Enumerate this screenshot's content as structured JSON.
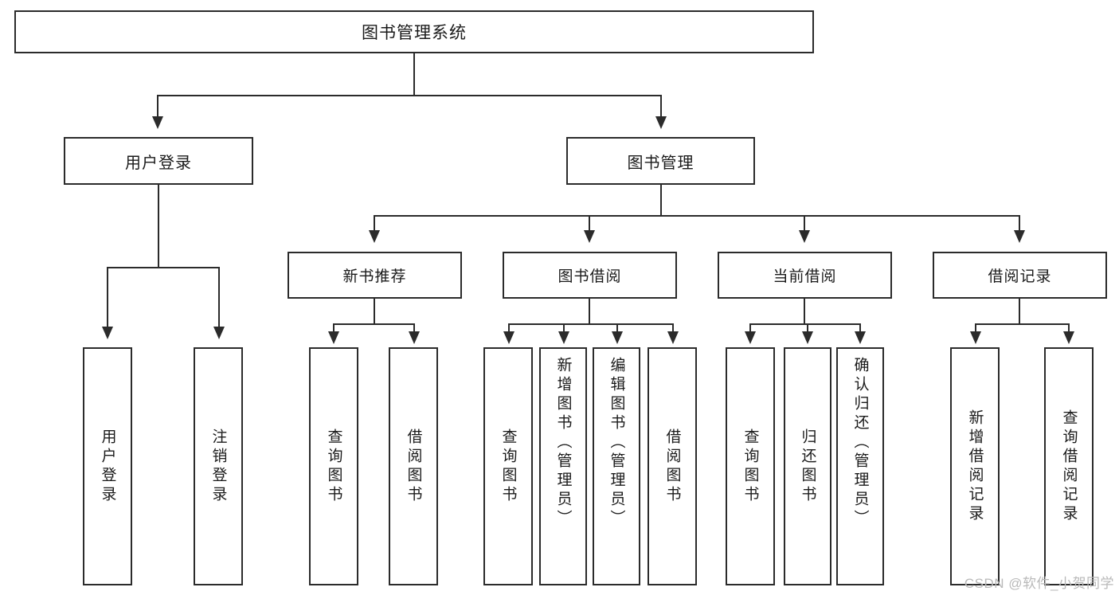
{
  "diagram": {
    "title": "图书管理系统",
    "type": "hierarchy-tree",
    "colors": {
      "box_border": "#2b2b2b",
      "box_fill": "#ffffff",
      "connector": "#2b2b2b",
      "text": "#1a1a1a",
      "watermark": "#b9b9b9"
    },
    "root": {
      "label": "图书管理系统"
    },
    "level2": [
      {
        "label": "用户登录"
      },
      {
        "label": "图书管理"
      }
    ],
    "level3": [
      {
        "label": "新书推荐"
      },
      {
        "label": "图书借阅"
      },
      {
        "label": "当前借阅"
      },
      {
        "label": "借阅记录"
      }
    ],
    "leaves": {
      "user_login": [
        {
          "label": "用户登录"
        },
        {
          "label": "注销登录"
        }
      ],
      "new_book_recommend": [
        {
          "label": "查询图书"
        },
        {
          "label": "借阅图书"
        }
      ],
      "book_borrow": [
        {
          "label": "查询图书"
        },
        {
          "label": "新增图书（管理员）"
        },
        {
          "label": "编辑图书（管理员）"
        },
        {
          "label": "借阅图书"
        }
      ],
      "current_borrow": [
        {
          "label": "查询图书"
        },
        {
          "label": "归还图书"
        },
        {
          "label": "确认归还（管理员）"
        }
      ],
      "borrow_record": [
        {
          "label": "新增借阅记录"
        },
        {
          "label": "查询借阅记录"
        }
      ]
    }
  },
  "watermark": {
    "text": "CSDN @软件_小贺同学"
  }
}
